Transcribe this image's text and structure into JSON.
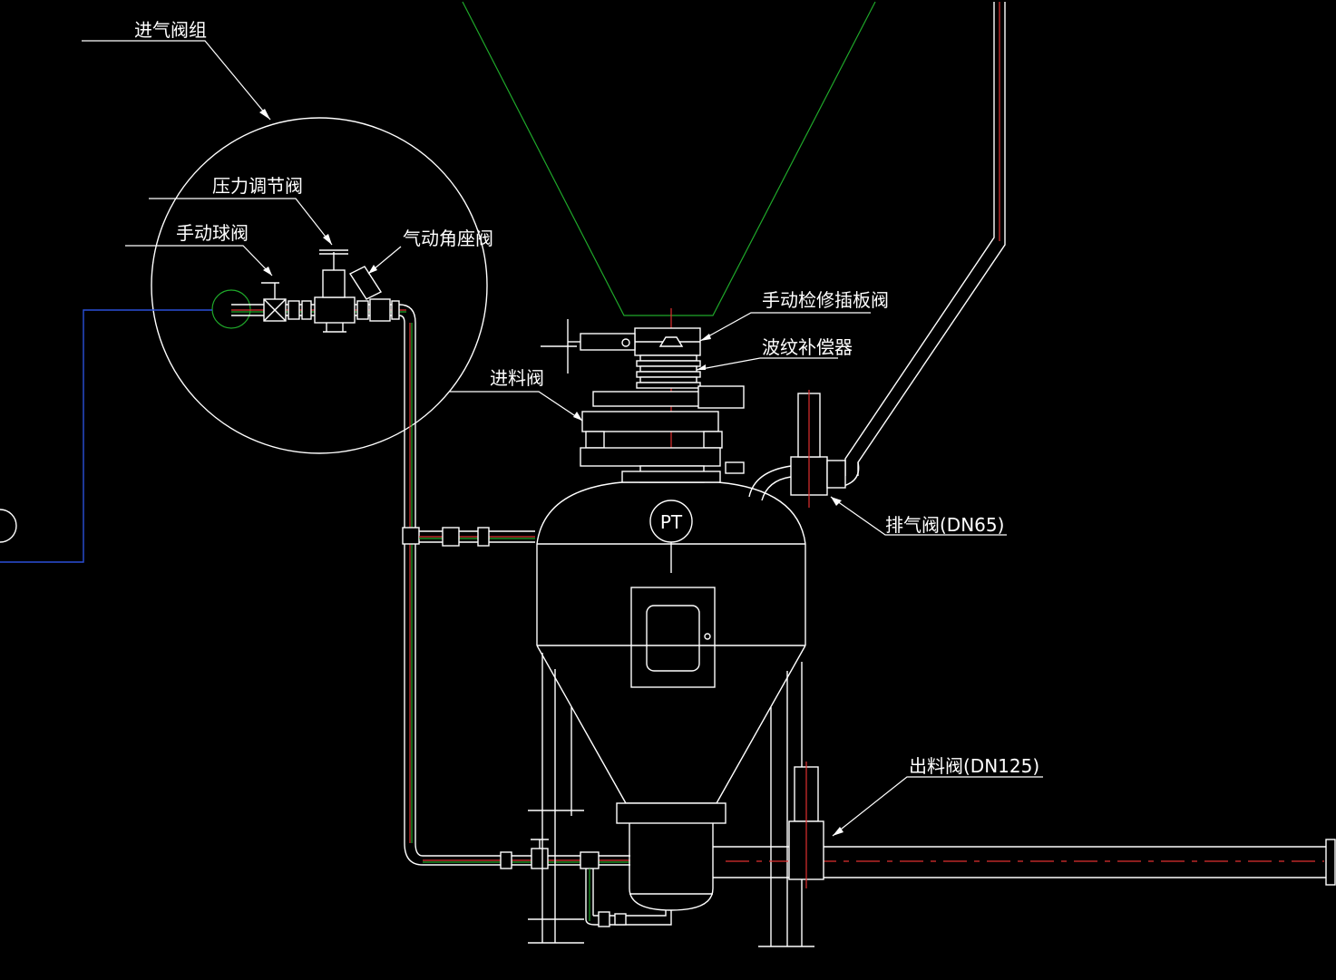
{
  "labels": {
    "intake_valve_group": "进气阀组",
    "pressure_regulating_valve": "压力调节阀",
    "manual_ball_valve": "手动球阀",
    "pneumatic_angle_seat_valve": "气动角座阀",
    "manual_maintenance_gate_valve": "手动检修插板阀",
    "bellows_compensator": "波纹补偿器",
    "feed_valve": "进料阀",
    "exhaust_valve": "排气阀(DN65)",
    "discharge_valve": "出料阀(DN125)",
    "pressure_transmitter": "PT"
  },
  "colors": {
    "background": "#000000",
    "line": "#ffffff",
    "hopper": "#1fa82a",
    "centerline": "#e03030",
    "air_pipe": "#2a4fd8"
  }
}
